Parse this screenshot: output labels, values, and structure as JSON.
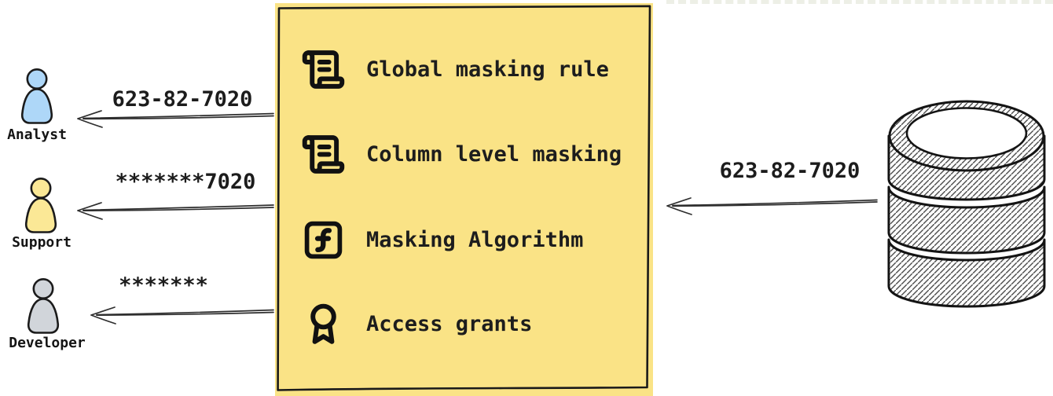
{
  "masking_box": {
    "fill": "#fae386",
    "border_color": "#1a1a1a",
    "items": [
      {
        "icon": "scroll-text",
        "label": "Global masking rule"
      },
      {
        "icon": "scroll-text",
        "label": "Column level masking"
      },
      {
        "icon": "function-square",
        "label": "Masking Algorithm"
      },
      {
        "icon": "award",
        "label": "Access grants"
      }
    ]
  },
  "source_database": {
    "icon": "database-cylinder",
    "outgoing_value": "623-82-7020"
  },
  "consumers": [
    {
      "role": "Analyst",
      "color": "#aed7f8",
      "received_value": "623-82-7020"
    },
    {
      "role": "Support",
      "color": "#fbe896",
      "received_value": "*******7020"
    },
    {
      "role": "Developer",
      "color": "#d1d5da",
      "received_value": "*******"
    }
  ],
  "stroke_color": "#1b1b1b",
  "arrow_color": "#2e2e2e"
}
